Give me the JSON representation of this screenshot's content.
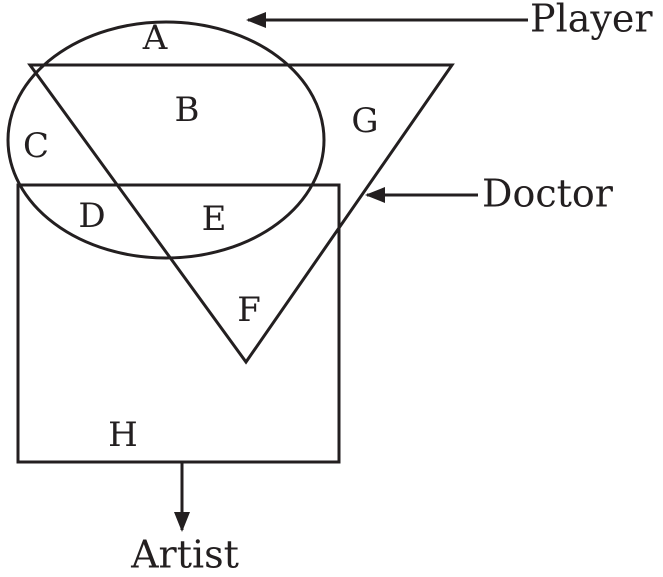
{
  "diagram": {
    "sets": {
      "player": "Player",
      "doctor": "Doctor",
      "artist": "Artist"
    },
    "regions": {
      "a": "A",
      "b": "B",
      "c": "C",
      "d": "D",
      "e": "E",
      "f": "F",
      "g": "G",
      "h": "H"
    },
    "colors": {
      "stroke": "#231f20",
      "background": "#ffffff"
    }
  }
}
